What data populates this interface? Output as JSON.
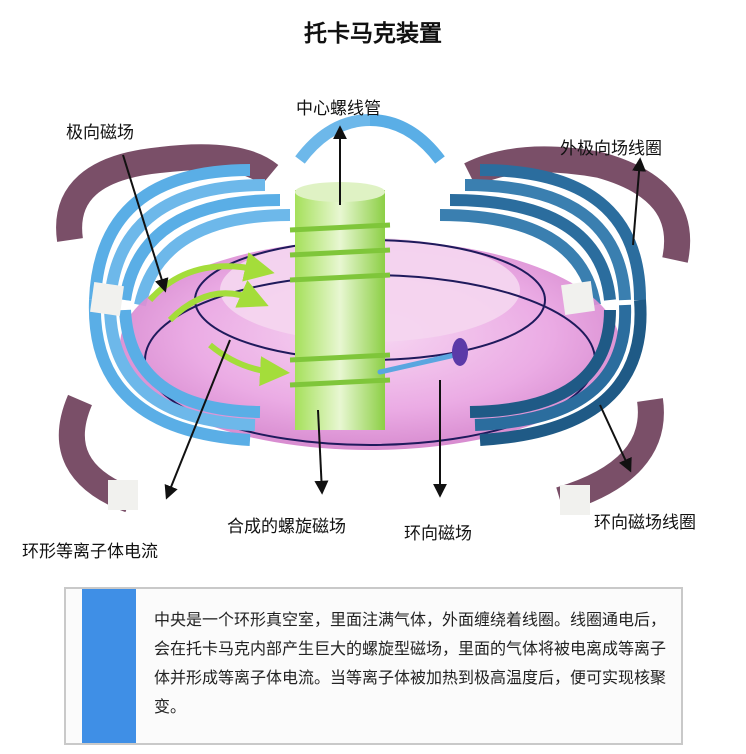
{
  "title": "托卡马克装置",
  "labels": {
    "central_solenoid": "中心螺线管",
    "poloidal_field": "极向磁场",
    "outer_poloidal_coil": "外极向场线圈",
    "plasma_current": "环形等离子体电流",
    "helical_field": "合成的螺旋磁场",
    "toroidal_field": "环向磁场",
    "toroidal_coil": "环向磁场线圈"
  },
  "caption": {
    "text": "中央是一个环形真空室，里面注满气体，外面缠绕着线圈。线圈通电后，会在托卡马克内部产生巨大的螺旋型磁场，里面的气体将被电离成等离子体并形成等离子体电流。当等离子体被加热到极高温度后，便可实现核聚变。"
  },
  "colors": {
    "coil_light": "#5aaee6",
    "coil_dark": "#1f5a86",
    "outer_coil": "#7a4f68",
    "plasma": "#e89ee0",
    "solenoid": "#8fd44a",
    "accent": "#3f8fe6"
  }
}
